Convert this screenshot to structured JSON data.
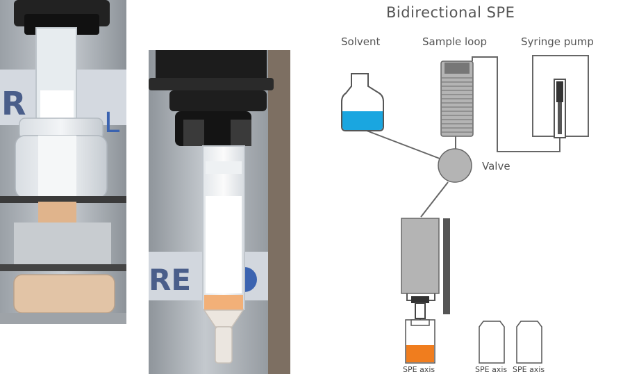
{
  "title": "Bidirectional SPE",
  "labels": {
    "solvent": "Solvent",
    "sample_loop": "Sample loop",
    "syringe_pump": "Syringe pump",
    "valve": "Valve",
    "spe_axis": [
      "SPE axis",
      "SPE axis",
      "SPE axis"
    ]
  },
  "colors": {
    "solvent_fill": "#1aa6e0",
    "collected_fill": "#f07d1e",
    "component_gray": "#b4b4b4",
    "line_gray": "#666666"
  }
}
